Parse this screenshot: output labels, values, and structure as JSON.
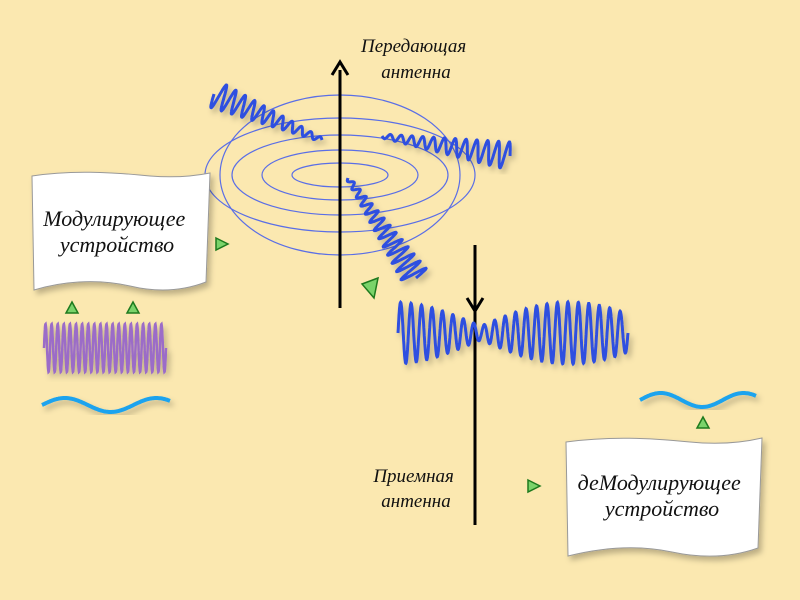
{
  "labels": {
    "transmit_antenna_line1": "Передающая",
    "transmit_antenna_line2": "антенна",
    "receive_antenna_line1": "Приемная",
    "receive_antenna_line2": "антенна",
    "modulator_line1": "Модулирующее",
    "modulator_line2": "устройство",
    "demodulator_line1": "деМодулирующее",
    "demodulator_line2": "устройство"
  },
  "colors": {
    "background": "#fbe8b0",
    "radio_wave": "#2f4fe0",
    "ripple": "#5a6ee6",
    "carrier_wave": "#9b6cc8",
    "signal_wave": "#1aa3ee",
    "arrow_marker": "#3fb53f",
    "card_fill": "#ffffff"
  },
  "icons": [
    "up-arrow-icon",
    "down-arrow-icon",
    "triangle-marker-icon"
  ]
}
